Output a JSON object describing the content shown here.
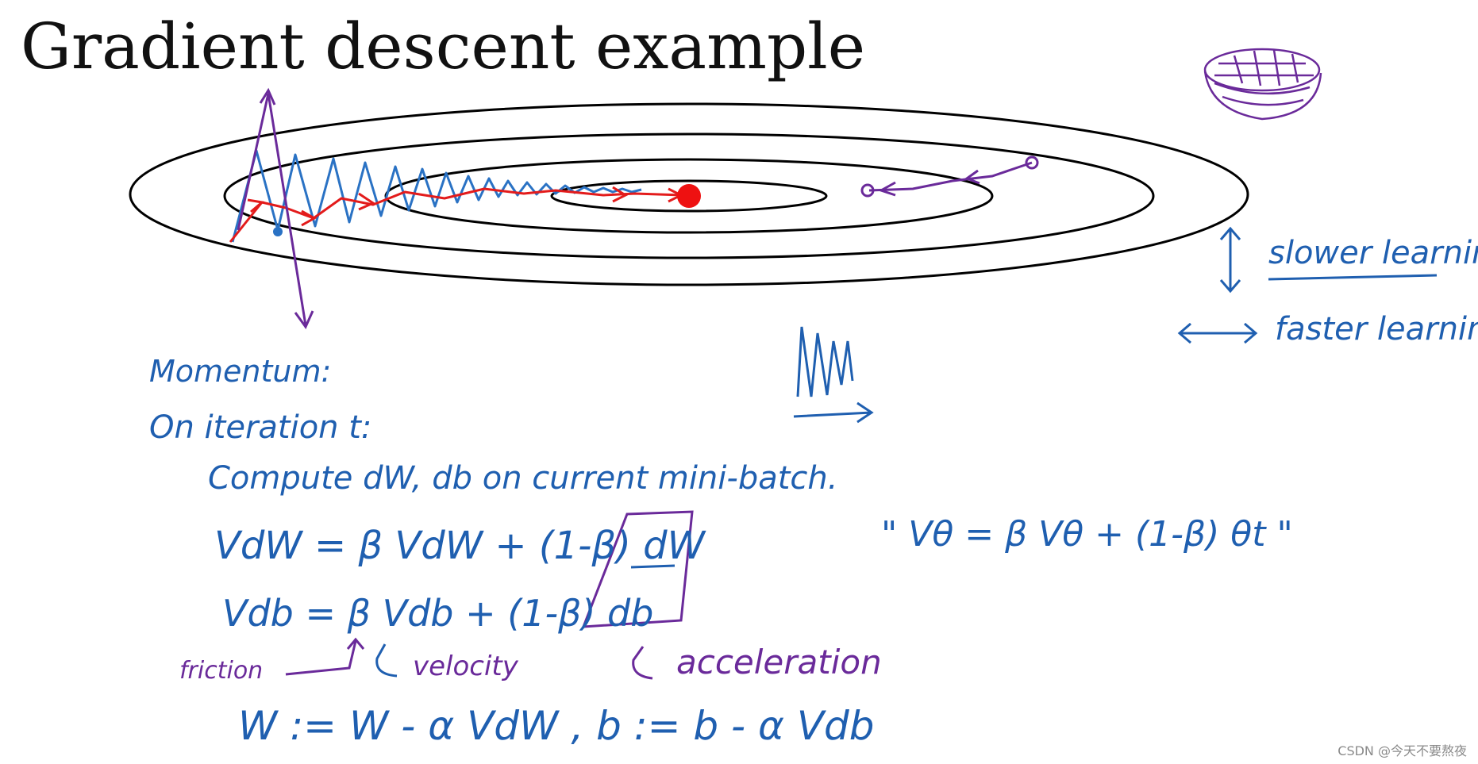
{
  "slide": {
    "title": "Gradient descent example"
  },
  "annotations": {
    "slower": "slower learning",
    "faster": "faster learning ."
  },
  "notes": {
    "momentum": "Momentum:",
    "iteration": "On iteration t:",
    "compute": "Compute dW, db on current mini-batch.",
    "vdw": "VdW = β VdW + (1-β) dW",
    "vdb": "Vdb = β Vdb + (1-β) db",
    "ema": "\" Vθ = β Vθ + (1-β) θt \"",
    "friction": "friction",
    "velocity": "velocity",
    "acceleration": "acceleration",
    "update": "W := W - α VdW ,  b := b - α Vdb"
  },
  "watermark": "CSDN @今天不要熬夜",
  "colors": {
    "ink_blue": "#1f5fb0",
    "ink_red": "#e31b1b",
    "ink_purple": "#6a2a9a",
    "contour": "#000000"
  }
}
